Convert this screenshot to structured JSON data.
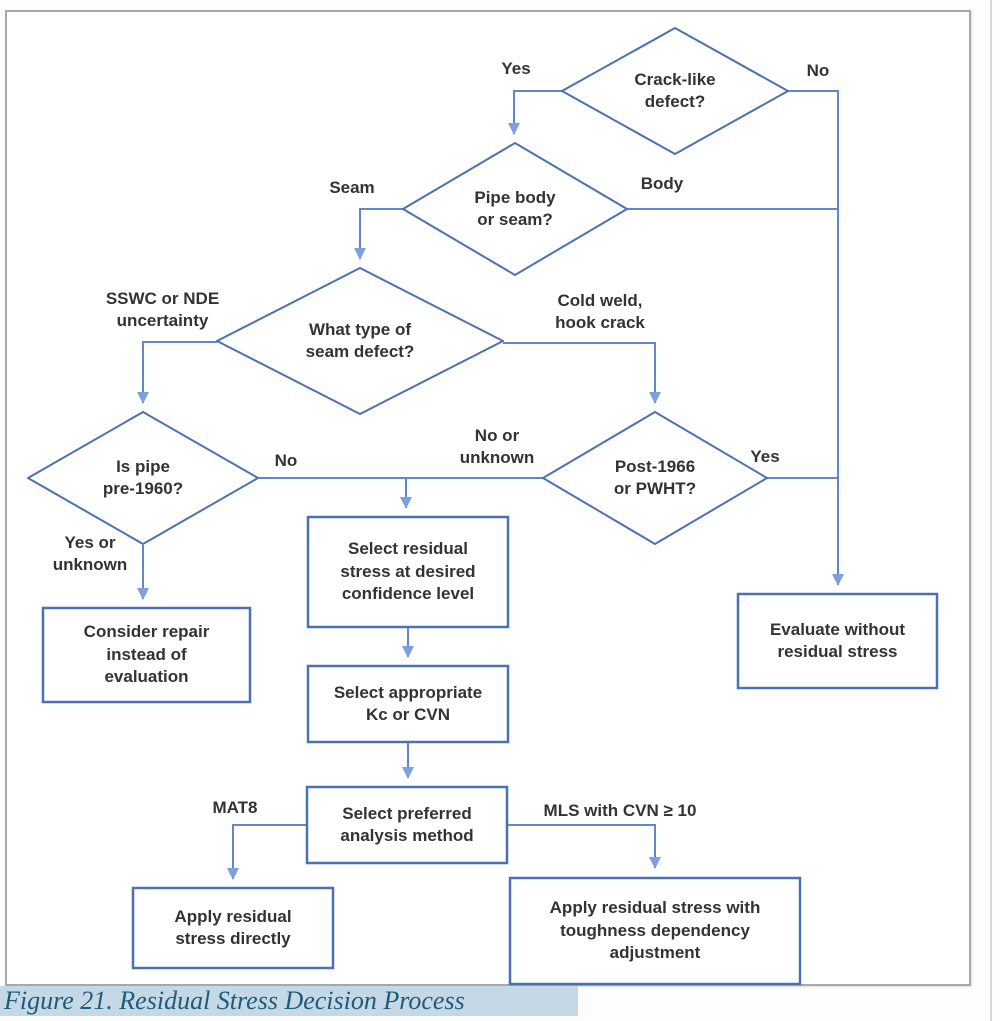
{
  "figure": {
    "caption": "Figure 21. Residual Stress Decision Process"
  },
  "colors": {
    "line": "#6286ca",
    "shape": "#4c71b3",
    "arrow": "#7b9fe0",
    "label": "#333333",
    "caption_fg": "#1f5a78",
    "caption_bg": "#c5d8e6"
  },
  "nodes": {
    "d_crack": {
      "label": "Crack-like\ndefect?"
    },
    "d_body_seam": {
      "label": "Pipe body\nor seam?"
    },
    "d_seam_type": {
      "label": "What type of\nseam defect?"
    },
    "d_pre1960": {
      "label": "Is pipe\npre-1960?"
    },
    "d_post1966": {
      "label": "Post-1966\nor PWHT?"
    },
    "p_consider_repair": {
      "label": "Consider repair\ninstead of\nevaluation"
    },
    "p_select_residual": {
      "label": "Select residual\nstress at desired\nconfidence level"
    },
    "p_select_kc": {
      "label": "Select appropriate\nKc or CVN"
    },
    "p_select_method": {
      "label": "Select preferred\nanalysis method"
    },
    "p_apply_direct": {
      "label": "Apply residual\nstress directly"
    },
    "p_apply_toughness": {
      "label": "Apply residual stress with\ntoughness dependency\nadjustment"
    },
    "p_evaluate_without": {
      "label": "Evaluate without\nresidual stress"
    }
  },
  "edge_labels": {
    "yes_top": "Yes",
    "no_top": "No",
    "seam": "Seam",
    "body": "Body",
    "sswc": "SSWC or NDE\nuncertainty",
    "cold_weld": "Cold weld,\nhook crack",
    "no_mid": "No",
    "no_or_unknown": "No or\nunknown",
    "yes_right": "Yes",
    "yes_or_unknown": "Yes or\nunknown",
    "mat8": "MAT8",
    "mls": "MLS with CVN ≥ 10"
  }
}
